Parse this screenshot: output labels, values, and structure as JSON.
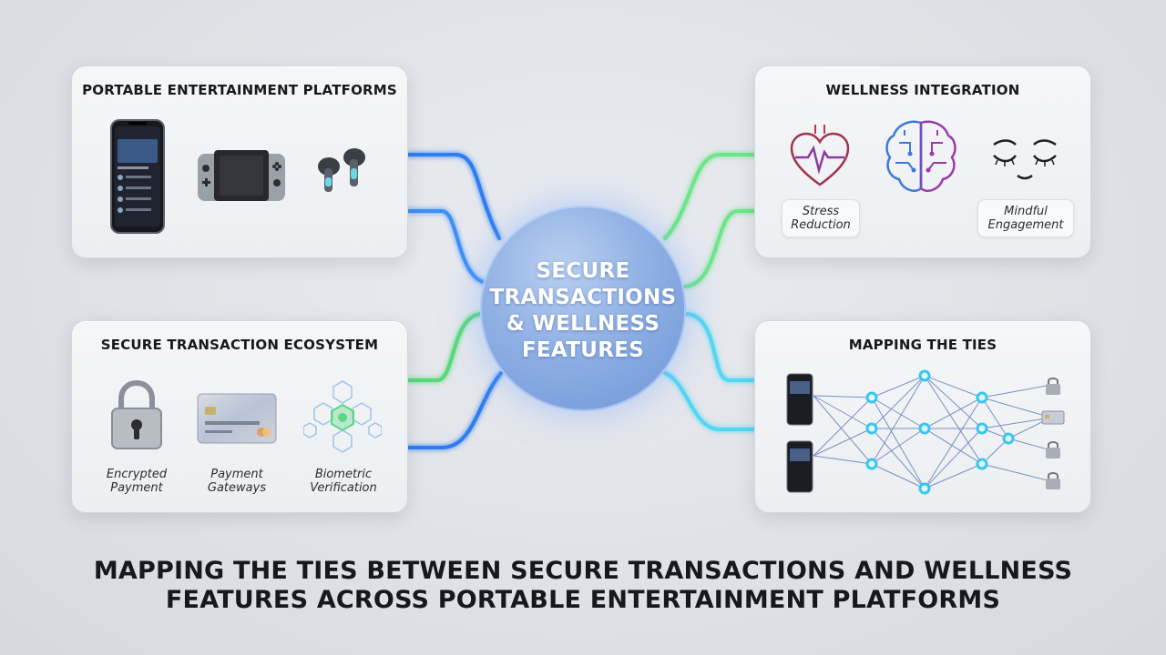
{
  "hub": {
    "label": "SECURE TRANSACTIONS & WELLNESS FEATURES"
  },
  "panels": {
    "portable": {
      "title": "PORTABLE ENTERTAINMENT PLATFORMS",
      "icons": [
        "smartphone-icon",
        "handheld-console-icon",
        "earbuds-icon"
      ]
    },
    "wellness": {
      "title": "WELLNESS INTEGRATION",
      "icons": [
        "heart-pulse-icon",
        "brain-icon",
        "closed-eyes-icon"
      ],
      "labels": [
        "Stress Reduction",
        "Mindful Engagement"
      ]
    },
    "secure": {
      "title": "SECURE TRANSACTION ECOSYSTEM",
      "icons": [
        "padlock-icon",
        "credit-card-icon",
        "biometric-hex-icon"
      ],
      "labels": [
        "Encrypted Payment",
        "Payment Gateways",
        "Biometric Verification"
      ]
    },
    "mapping": {
      "title": "MAPPING THE TIES",
      "icons": [
        "smartphone-icon",
        "network-graph-icon",
        "padlock-icon",
        "credit-card-icon"
      ]
    }
  },
  "main_title": "MAPPING THE TIES BETWEEN SECURE TRANSACTIONS AND WELLNESS FEATURES ACROSS PORTABLE ENTERTAINMENT PLATFORMS",
  "colors": {
    "blue_connector": "#2f7df0",
    "green_connector": "#5ee07a",
    "cyan_connector": "#52d7f2",
    "hub": "#8fb0e4"
  }
}
